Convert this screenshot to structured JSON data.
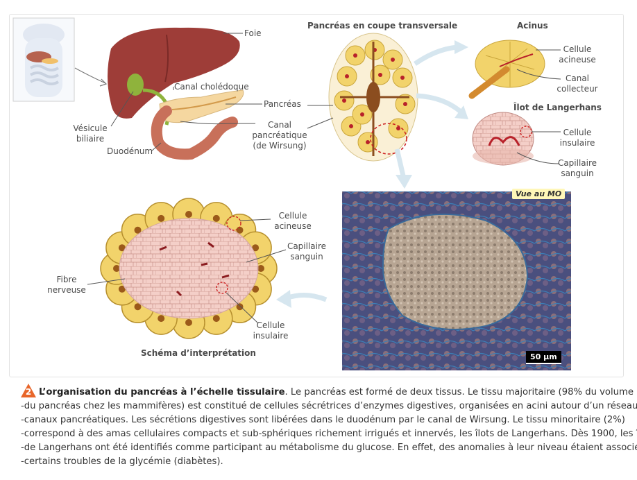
{
  "labels": {
    "foie": "Foie",
    "canal_choledoque": "Canal cholédoque",
    "pancreas": "Pancréas",
    "canal_pancreatique": [
      "Canal",
      "pancréatique",
      "(de Wirsung)"
    ],
    "vesicule": [
      "Vésicule",
      "biliaire"
    ],
    "duodenum": "Duodénum",
    "coupe_title": "Pancréas en coupe transversale",
    "acinus_title": "Acinus",
    "cellule_acineuse": [
      "Cellule",
      "acineuse"
    ],
    "canal_collecteur": [
      "Canal",
      "collecteur"
    ],
    "ilot_title": "Îlot de Langerhans",
    "cellule_insulaire": [
      "Cellule",
      "insulaire"
    ],
    "capillaire_sanguin": [
      "Capillaire",
      "sanguin"
    ],
    "fibre_nerveuse": [
      "Fibre",
      "nerveuse"
    ],
    "schema_title": "Schéma d’interprétation",
    "micro_tag": "Vue au MO",
    "scale_bar": "50 µm"
  },
  "caption": {
    "number": "2",
    "title": "L’organisation du pancréas à l’échelle tissulaire",
    "lines": [
      ". Le pancréas est formé de deux tissus. Le tissu majoritaire (98% du volume",
      "-du pancréas chez les mammifères) est constitué de cellules sécrétrices d’enzymes digestives, organisées en acini autour d’un réseau de",
      "-canaux pancréatiques. Les sécrétions digestives sont libérées dans le duodénum par le canal de Wirsung. Le tissu minoritaire (2%)",
      "-correspond à des amas cellulaires compacts et sub-sphériques richement irrigués et innervés, les îlots de Langerhans. Dès 1900, les îlots",
      "-de Langerhans ont été identifiés comme participant au métabolisme du glucose. En effet, des anomalies à leur niveau étaient associées à",
      "-certains troubles de la glycémie (diabètes)."
    ]
  },
  "colors": {
    "badge": "#e8662a",
    "liver": "#9e3d38",
    "pancreas": "#f5d7a0",
    "acinus": "#f2d36b",
    "islet": "#f4cfc8",
    "arrow": "#d6e6ef"
  }
}
